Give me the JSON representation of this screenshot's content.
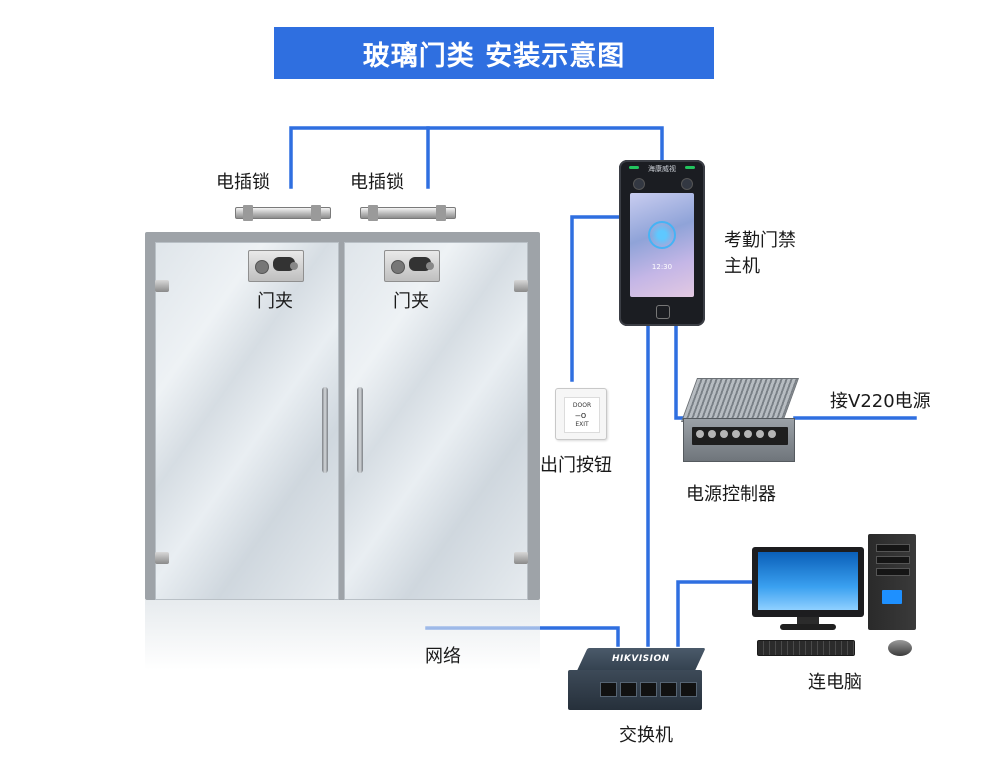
{
  "title": "玻璃门类 安装示意图",
  "accent_color": "#2f6fe0",
  "labels": {
    "lock_left": "电插锁",
    "lock_right": "电插锁",
    "clamp_left": "门夹",
    "clamp_right": "门夹",
    "terminal": [
      "考勤门禁",
      "主机"
    ],
    "exit_button": "出门按钮",
    "power_in": "接V220电源",
    "power_controller": "电源控制器",
    "network": "网络",
    "switch": "交换机",
    "computer": "连电脑"
  },
  "devices": {
    "terminal_brand": "海康威视",
    "terminal_time": "12:30",
    "switch_brand": "HIKVISION",
    "exit_button_top": "DOOR",
    "exit_button_bottom": "EXIT"
  }
}
